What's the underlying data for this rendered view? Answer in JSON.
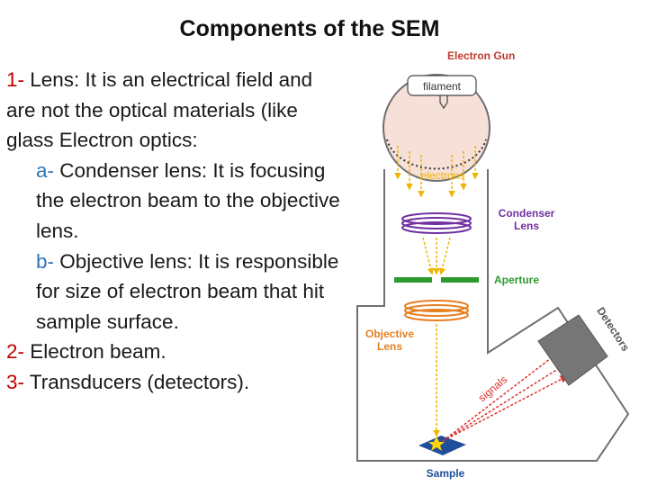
{
  "title": "Components of the SEM",
  "body": {
    "item1_num": "1-",
    "item1_text": " Lens: It is an electrical field and are not the optical materials (like glass Electron optics:",
    "item1a_letter": "a-",
    "item1a_text": " Condenser lens: It is focusing the electron beam to the objective lens.",
    "item1b_letter": "b-",
    "item1b_text": " Objective lens: It is responsible for size of electron beam that hit sample surface.",
    "item2_num": "2-",
    "item2_text": " Electron beam.",
    "item3_num": "3-",
    "item3_text": " Transducers (detectors)."
  },
  "diagram": {
    "electron_gun": "Electron Gun",
    "filament": "filament",
    "electrons": "electrons",
    "condenser_line1": "Condenser",
    "condenser_line2": "Lens",
    "aperture": "Aperture",
    "objective_line1": "Objective",
    "objective_line2": "Lens",
    "signals": "signals",
    "detectors": "Detectors",
    "sample": "Sample"
  },
  "colors": {
    "number_red": "#c00000",
    "letter_blue": "#2e75b6",
    "gun_label_red": "#c0392b",
    "condenser_purple": "#7030a0",
    "aperture_green": "#2e9a2e",
    "objective_orange": "#e67e22",
    "sample_blue": "#1f4e9a",
    "gun_fill": "#f6e0d8",
    "detector_gray": "#767676",
    "electron_yellow": "#f0b400",
    "signal_red": "#e03030"
  }
}
